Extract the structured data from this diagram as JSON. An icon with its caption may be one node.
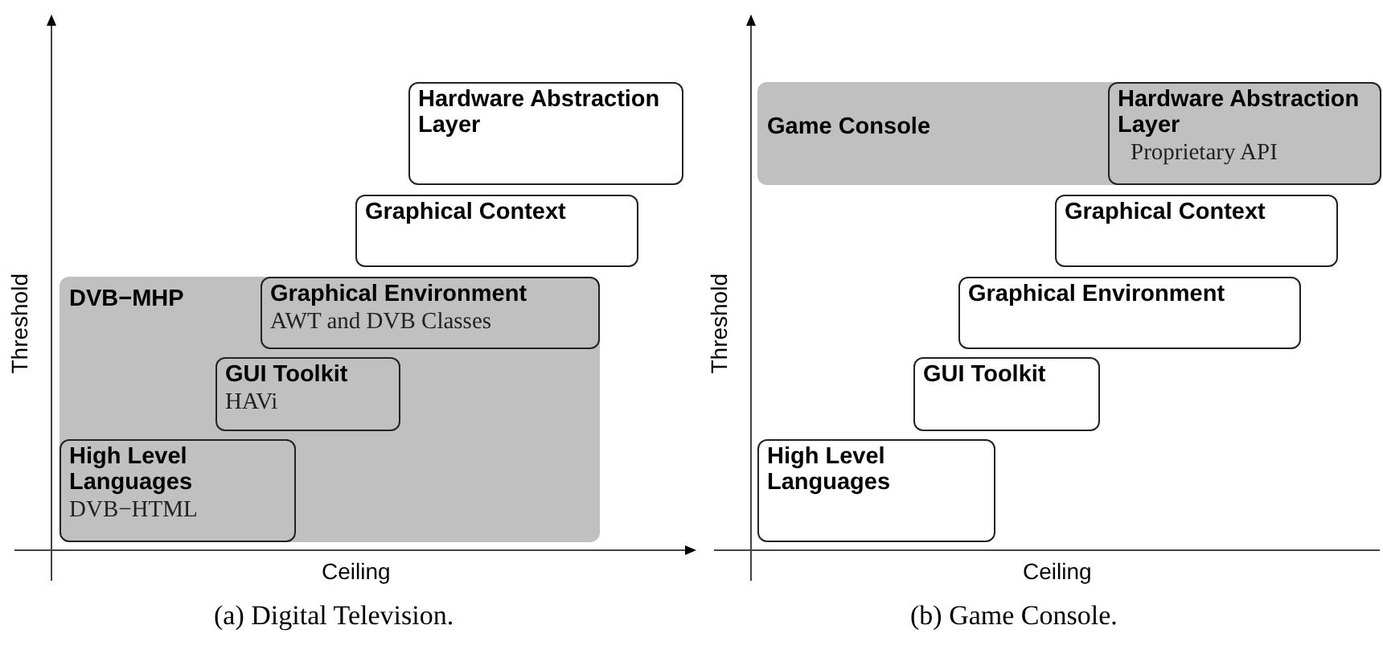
{
  "diagram": {
    "nodes": [
      {
        "text": [
          "DVB−MHP"
        ]
      },
      {
        "text": [
          "Hardware Abstraction Layer"
        ]
      },
      {
        "text": [
          "Graphical Context"
        ]
      },
      {
        "text": [
          "Graphical Environment",
          "AWT and DVB Classes"
        ],
        "in": 0
      },
      {
        "text": [
          "GUI Toolkit",
          "HAVi"
        ],
        "in": 0
      },
      {
        "text": [
          "High Level Languages",
          "DVB−HTML"
        ],
        "in": 0
      },
      {
        "text": [
          "Game Console"
        ]
      },
      {
        "text": [
          "Hardware Abstraction Layer",
          "Proprietary API"
        ],
        "in": 6
      },
      {
        "text": [
          "Graphical Context"
        ]
      },
      {
        "text": [
          "Graphical Environment"
        ]
      },
      {
        "text": [
          "GUI Toolkit"
        ]
      },
      {
        "text": [
          "High Level Languages"
        ]
      }
    ],
    "labels": [
      "Threshold",
      "Ceiling",
      "(a) Digital Television.",
      "Threshold",
      "Ceiling",
      "(b) Game Console."
    ]
  }
}
